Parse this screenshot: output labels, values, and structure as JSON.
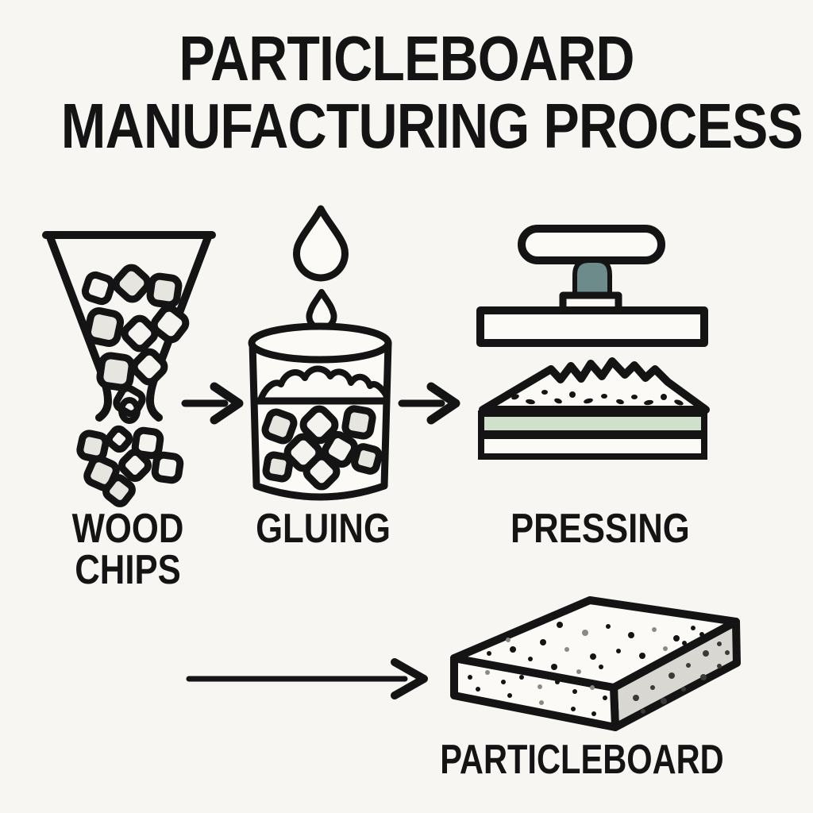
{
  "title": {
    "line1": "PARTICLEBOARD",
    "line2": "MANUFACTURING PROCESS"
  },
  "stages": [
    {
      "name": "wood-chips",
      "label_lines": [
        "WOOD",
        "CHIPS"
      ]
    },
    {
      "name": "gluing",
      "label_lines": [
        "GLUING"
      ]
    },
    {
      "name": "pressing",
      "label_lines": [
        "PRESSING"
      ]
    }
  ],
  "result": {
    "label": "PARTICLEBOARD"
  },
  "icons": {
    "wood_chips": "funnel-hopper-with-falling-wood-chips-icon",
    "gluing": "glue-drops-dripping-into-beaker-icon",
    "pressing": "press-plate-over-chip-mat-icon",
    "result": "particleboard-slab-icon",
    "connector": "right-arrow-icon"
  },
  "colors": {
    "background": "#f7f6f2",
    "ink": "#141414",
    "paper": "#fbfaf7",
    "press_stem": "#6e8b8c",
    "glue_layer": "#cfe0cb",
    "slab_side": "#d8d7d2",
    "chip_fill": "#f4f3ef"
  }
}
